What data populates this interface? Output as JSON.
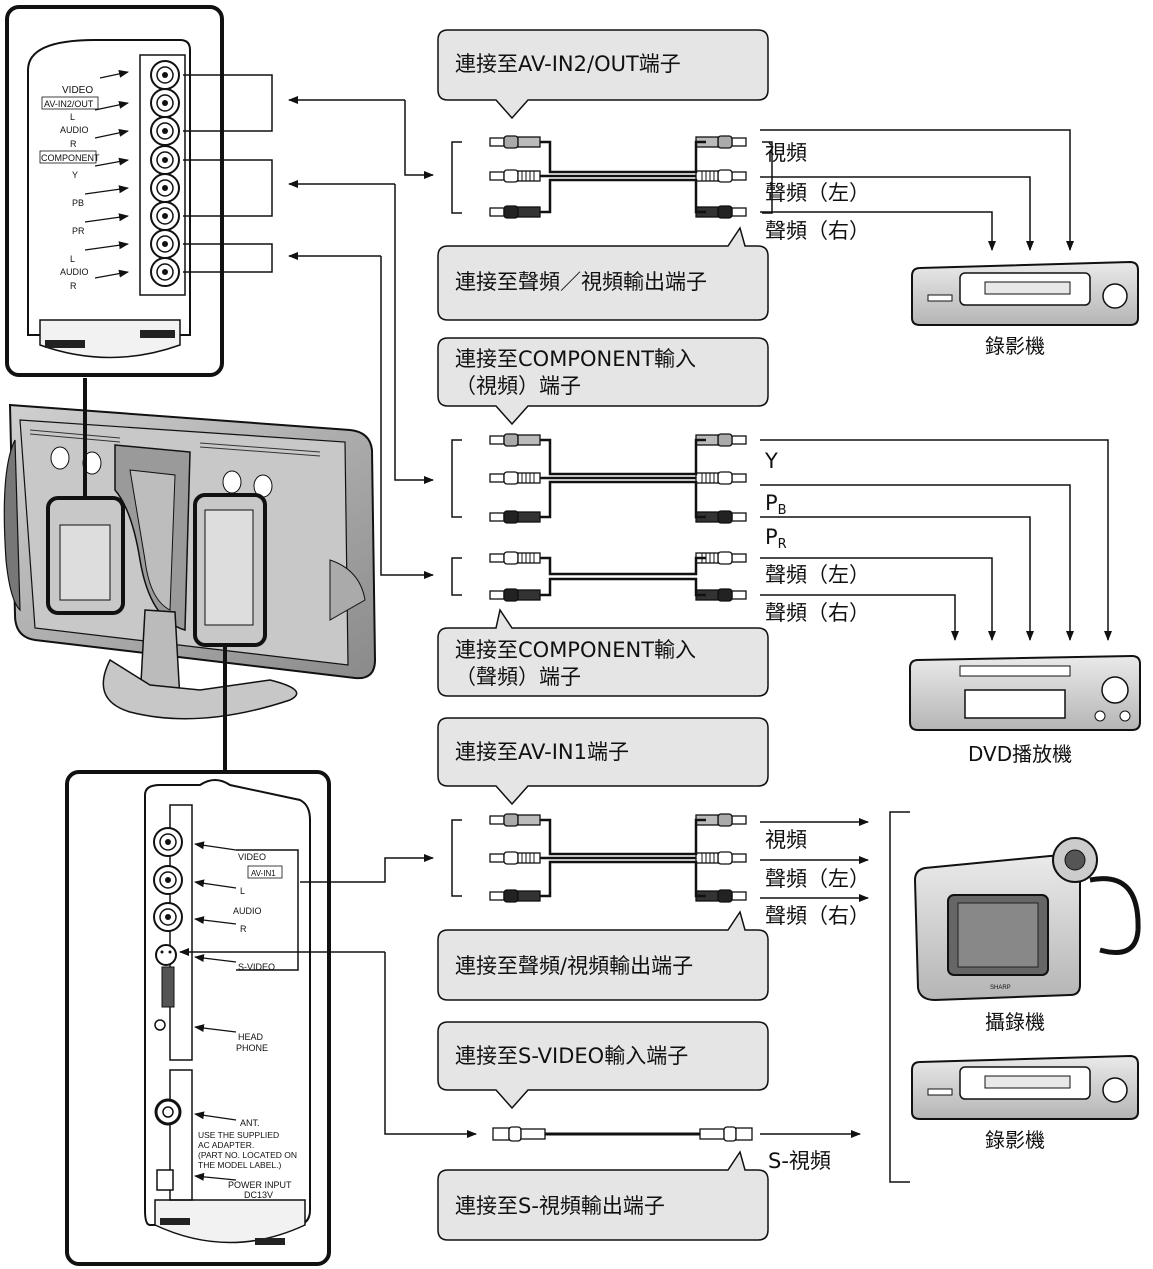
{
  "bubbles": {
    "b1": "連接至AV-IN2/OUT端子",
    "b2": "連接至聲頻／視頻輸出端子",
    "b3_line1": "連接至COMPONENT輸入",
    "b3_line2": "（視頻）端子",
    "b4_line1": "連接至COMPONENT輸入",
    "b4_line2": "（聲頻）端子",
    "b5": "連接至AV-IN1端子",
    "b6": "連接至聲頻/視頻輸出端子",
    "b7": "連接至S-VIDEO輸入端子",
    "b8": "連接至S-視頻輸出端子"
  },
  "labels": {
    "vcr1": [
      "視頻",
      "聲頻（左）",
      "聲頻（右）"
    ],
    "dvd": [
      "Y",
      "P",
      "B",
      "P",
      "R",
      "聲頻（左）",
      "聲頻（右）"
    ],
    "cam": [
      "視頻",
      "聲頻（左）",
      "聲頻（右）"
    ],
    "svideo": "S-視頻"
  },
  "devices": {
    "vcr1": "錄影機",
    "dvd": "DVD播放機",
    "camcorder": "攝錄機",
    "vcr2": "錄影機"
  },
  "top_panel": {
    "video": "VIDEO",
    "avin2": "AV-IN2/OUT",
    "l": "L",
    "audio": "AUDIO",
    "r": "R",
    "component": "COMPONENT",
    "y": "Y",
    "pb": "PB",
    "pr": "PR",
    "l2": "L",
    "audio2": "AUDIO",
    "r2": "R"
  },
  "bottom_panel": {
    "video": "VIDEO",
    "avin1": "AV-IN1",
    "l": "L",
    "audio": "AUDIO",
    "r": "R",
    "svideo": "S-VIDEO",
    "head": "HEAD",
    "phone": "PHONE",
    "ant": "ANT.",
    "note1": "USE THE SUPPLIED",
    "note2": "AC ADAPTER.",
    "note3": "(PART NO. LOCATED ON",
    "note4": "THE MODEL LABEL.)",
    "power1": "POWER INPUT",
    "power2": "DC13V"
  },
  "camera_brand": "SHARP"
}
